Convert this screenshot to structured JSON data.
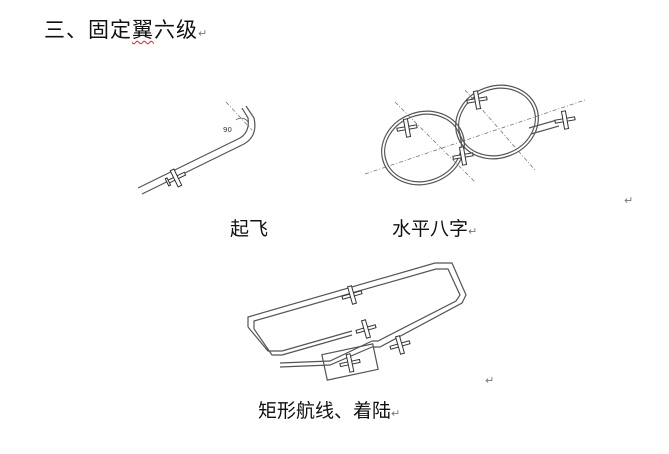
{
  "heading": {
    "prefix": "三、",
    "part1": "固定",
    "part2": "翼",
    "part3": "六级"
  },
  "figures": {
    "takeoff": {
      "angle_label": "90",
      "caption": "起飞"
    },
    "figure_eight": {
      "caption": "水平八字"
    },
    "pattern": {
      "caption": "矩形航线、着陆"
    }
  },
  "marks": {
    "return": "↵"
  }
}
